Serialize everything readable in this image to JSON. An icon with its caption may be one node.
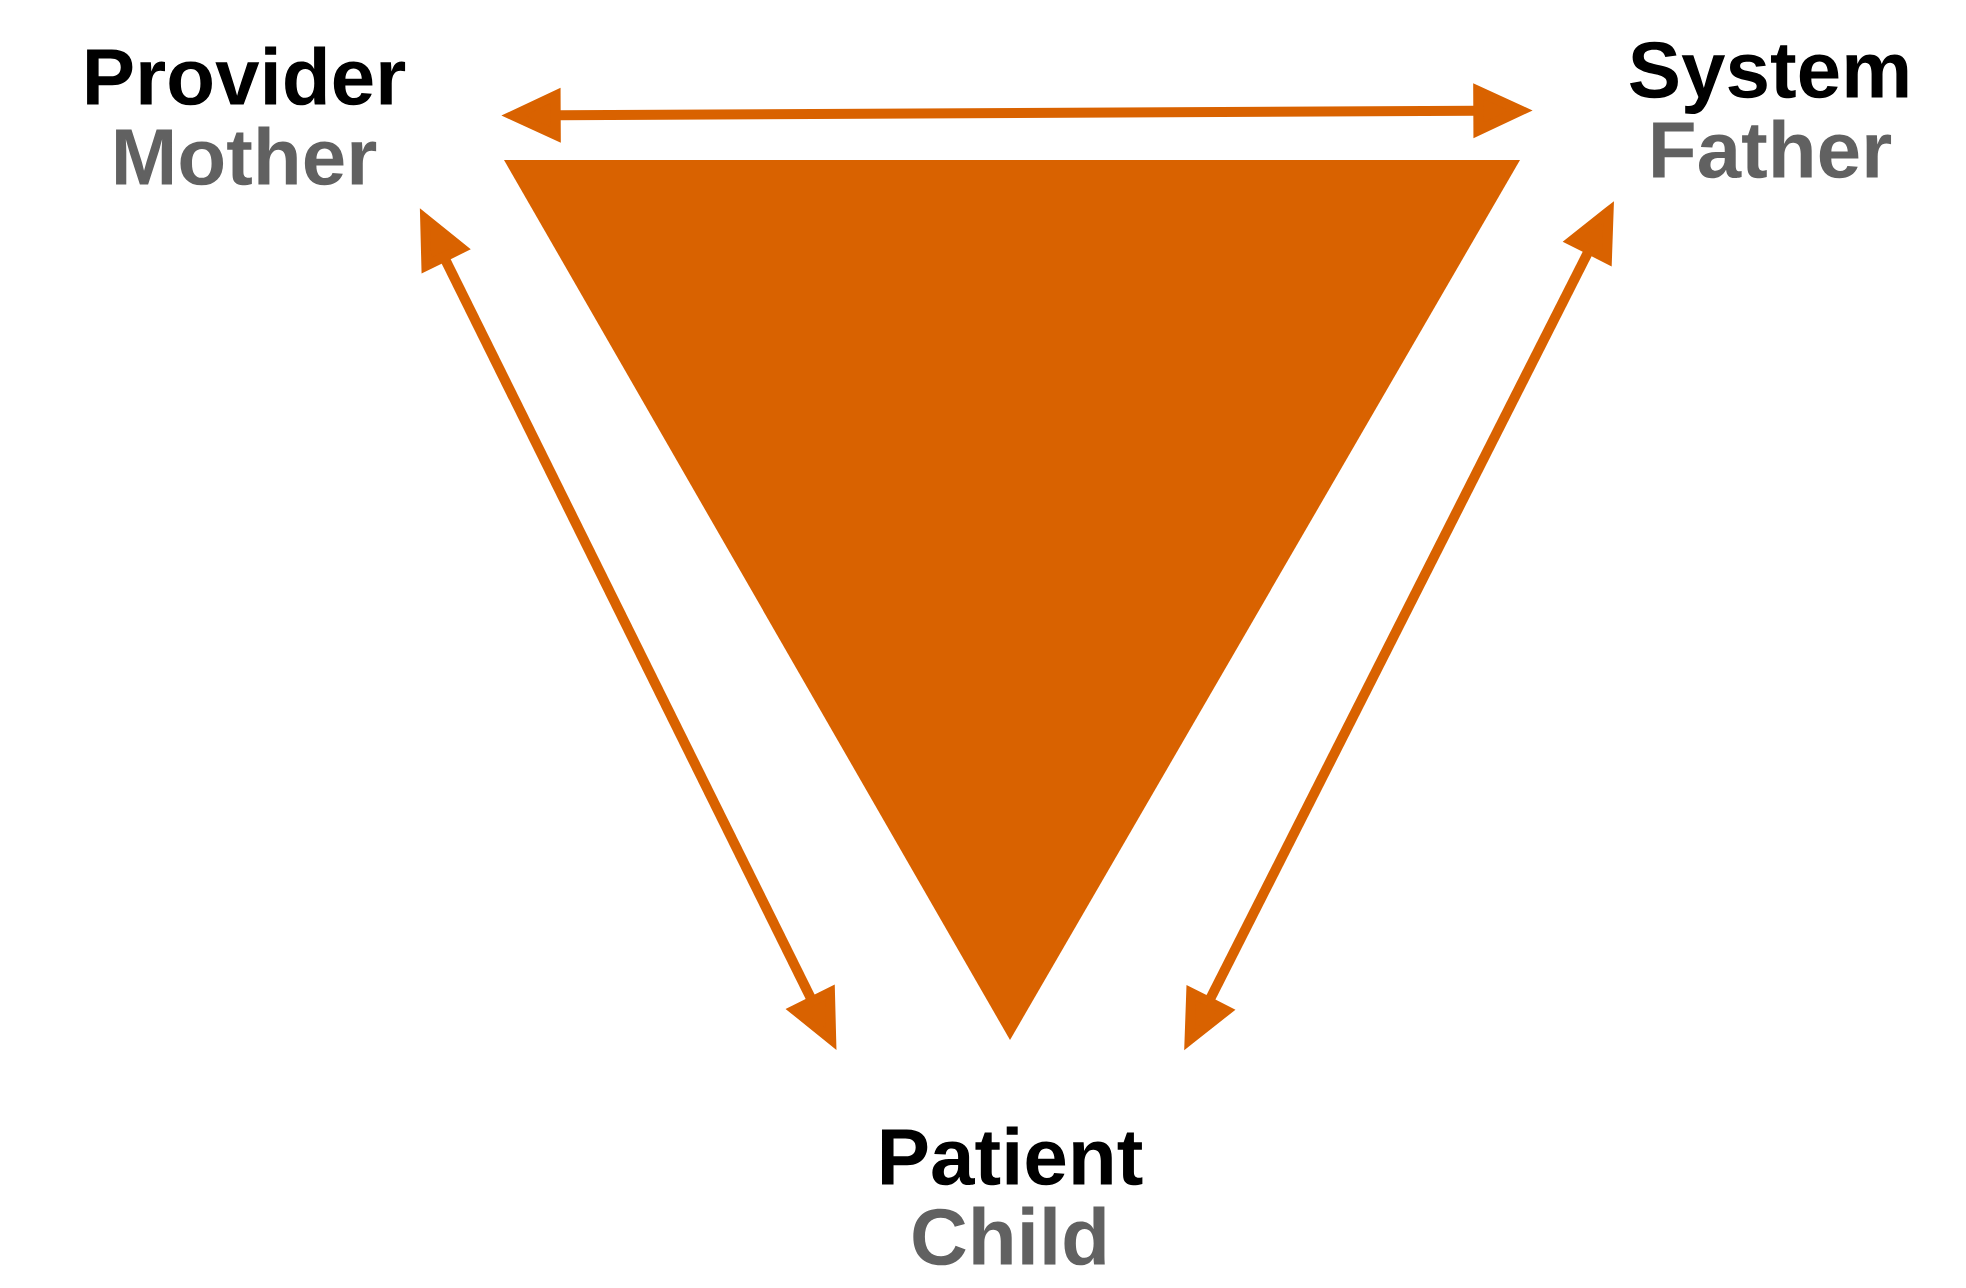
{
  "diagram": {
    "nodes": [
      {
        "text": [
          "Provider",
          "Mother"
        ]
      },
      {
        "text": [
          "System",
          "Father"
        ]
      },
      {
        "text": [
          "Patient",
          "Child"
        ]
      }
    ],
    "edges": [
      {
        "from": 0,
        "to": 1,
        "arrow": "both"
      },
      {
        "from": 0,
        "to": 2,
        "arrow": "both"
      },
      {
        "from": 1,
        "to": 2,
        "arrow": "both"
      }
    ]
  }
}
